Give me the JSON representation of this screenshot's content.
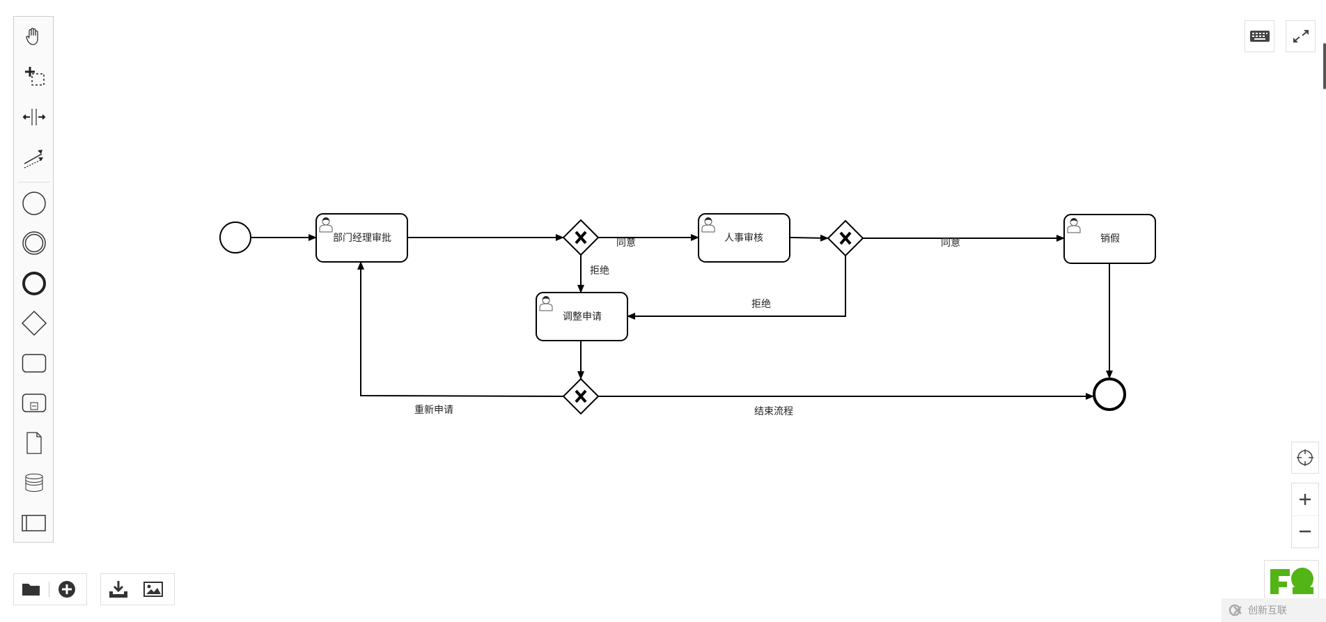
{
  "diagram": {
    "tasks": {
      "manager_approve": "部门经理审批",
      "hr_review": "人事审核",
      "adjust_request": "调整申请",
      "cancel_leave": "销假"
    },
    "flows": {
      "agree1": "同意",
      "reject1": "拒绝",
      "reject2": "拒绝",
      "agree2": "同意",
      "reapply": "重新申请",
      "end_process": "结束流程"
    }
  },
  "watermark": "创新互联",
  "colors": {
    "logo": "#52b415",
    "stroke": "#000000"
  }
}
